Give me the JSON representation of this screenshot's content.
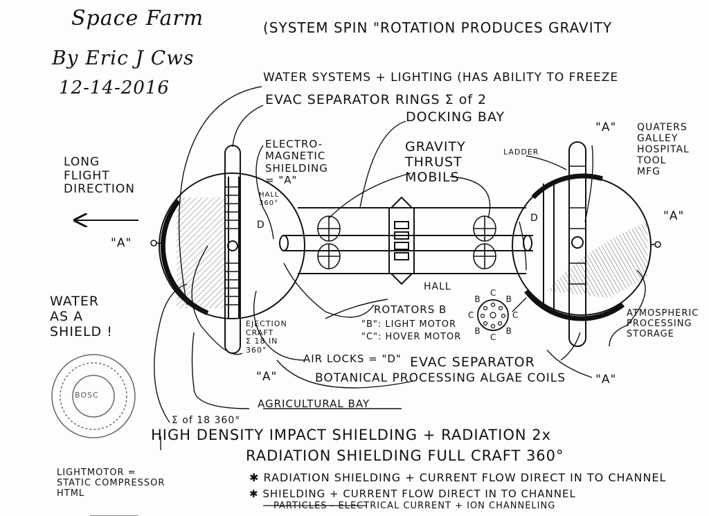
{
  "title": "Space Farm",
  "author": "By Eric J Cws",
  "date": "12-14-2016",
  "header_note": "(SYSTEM SPIN \"ROTATION PRODUCES GRAVITY",
  "labels": {
    "water_systems": "WATER SYSTEMS + LIGHTING (HAS ABILITY TO FREEZE",
    "evac_rings": "EVAC SEPARATOR RINGS Σ of 2",
    "docking_bay": "DOCKING BAY",
    "electro": "ELECTRO-\nMAGNETIC\nSHIELDING\n= \"A\"",
    "gravity": "GRAVITY\nTHRUST\nMOBILS",
    "ladder": "LADDER",
    "a_top_right": "\"A\"",
    "quarters": "QUATERS\nGALLEY\nHOSPITAL\nTOOL\nMFG",
    "long_flight": "LONG\nFLIGHT\nDIRECTION",
    "a_left": "\"A\"",
    "a_right": "\"A\"",
    "hall_360": "HALL\n360°",
    "d_left": "D",
    "d_right": "D",
    "hall": "HALL",
    "rotators": "ROTATORS B",
    "rot_b": "\"B\": LIGHT MOTOR",
    "rot_c": "\"C\": HOVER MOTOR",
    "water_shield": "WATER\nAS A\nSHIELD !",
    "ejection": "EJECTION\nCRAFT\nΣ 18 IN\n360°",
    "atmospheric": "ATMOSPHERIC\nPROCESSING\nSTORAGE",
    "air_locks": "AIR LOCKS = \"D\"",
    "evac_sep": "EVAC SEPARATOR",
    "a_bottom_left": "\"A\"",
    "a_bottom_right": "\"A\"",
    "botanical": "BOTANICAL PROCESSING ALGAE COILS",
    "agricultural": "AGRICULTURAL BAY",
    "sum18": "Σ of 18 360°",
    "high_density": "HIGH DENSITY IMPACT SHIELDING + RADIATION 2x",
    "radiation_full": "RADIATION SHIELDING FULL CRAFT 360°",
    "lightmotor": "LIGHTMOTOR =\nSTATIC COMPRESSOR\nHTML",
    "note1": "✱ RADIATION SHIELDING + CURRENT FLOW DIRECT IN TO CHANNEL",
    "note2": "✱ SHIELDING + CURRENT FLOW DIRECT IN TO CHANNEL",
    "note3": "PARTICLES - ELECTRICAL CURRENT + ION CHANNELING"
  },
  "rotator_letters": [
    "C",
    "B",
    "C",
    "B",
    "C",
    "B",
    "C",
    "B"
  ],
  "stamp_text": "BOSC"
}
